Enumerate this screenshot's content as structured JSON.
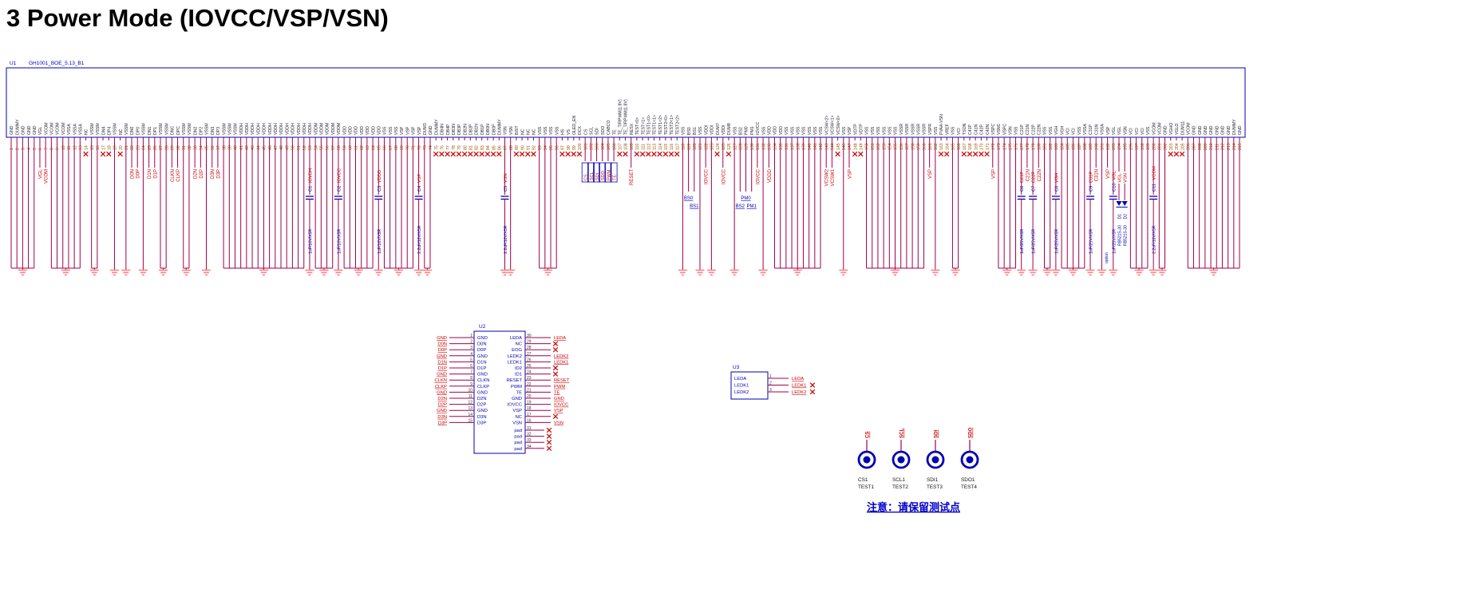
{
  "title": "3 Power Mode (IOVCC/VSP/VSN)",
  "note": "注意：请保留测试点",
  "colors": {
    "body": "#0000b4",
    "wire": "#a0004b",
    "net": "#cc0000",
    "pin_number": "#995500",
    "pin_name": "#222233",
    "ground": "#ff8080",
    "note": "#0000cc",
    "black": "#111111"
  },
  "extras": {
    "option_label": "option"
  },
  "u1": {
    "ref": "U1",
    "part": "GH1001_BOE_5.13_B1",
    "pins": [
      [
        "GND",
        "g"
      ],
      [
        "DUMMY",
        "g"
      ],
      [
        "GND",
        "g"
      ],
      [
        "GND",
        "g"
      ],
      [
        "GND",
        "g"
      ],
      [
        "VGL",
        "n",
        "VGL"
      ],
      [
        "VCOM",
        "n",
        "VCOM"
      ],
      [
        "VCOM",
        "g"
      ],
      [
        "VCOM",
        "g"
      ],
      [
        "VCOM",
        "g"
      ],
      [
        "VSSA",
        "g"
      ],
      [
        "VSSA",
        "g"
      ],
      [
        "VSSA",
        "g"
      ],
      [
        "NC",
        "x"
      ],
      [
        "VSSM",
        "g"
      ],
      [
        "VSSM",
        "g"
      ],
      [
        "DN4",
        "x"
      ],
      [
        "DP4",
        "x"
      ],
      [
        "VSSM",
        "g"
      ],
      [
        "NC",
        "x"
      ],
      [
        "VSSM",
        "g"
      ],
      [
        "DN0",
        "n",
        "D0N"
      ],
      [
        "DP0",
        "n",
        "D0P"
      ],
      [
        "VSSM",
        "g"
      ],
      [
        "DN1",
        "n",
        "D1N"
      ],
      [
        "DP1",
        "n",
        "D1P"
      ],
      [
        "VSSM",
        "g"
      ],
      [
        "VSSM",
        "g"
      ],
      [
        "DNC",
        "n",
        "CLKN"
      ],
      [
        "DPC",
        "n",
        "CLKP"
      ],
      [
        "VSSM",
        "g"
      ],
      [
        "VSSM",
        "g"
      ],
      [
        "DN2",
        "n",
        "D2N"
      ],
      [
        "DP2",
        "n",
        "D2P"
      ],
      [
        "VSSM",
        "g"
      ],
      [
        "DN3",
        "n",
        "D3N"
      ],
      [
        "DP3",
        "n",
        "D3P"
      ],
      [
        "VSSM",
        "g"
      ],
      [
        "VSSM",
        "g"
      ],
      [
        "VSSM",
        "g"
      ],
      [
        "VDDH",
        "g"
      ],
      [
        "VDDH",
        "g"
      ],
      [
        "VDDH",
        "g"
      ],
      [
        "VDDH",
        "g"
      ],
      [
        "VDDH",
        "g"
      ],
      [
        "VDDH",
        "g"
      ],
      [
        "VDDH",
        "g"
      ],
      [
        "VDDH",
        "g"
      ],
      [
        "VDDH",
        "g"
      ],
      [
        "VDDH",
        "g"
      ],
      [
        "VDDH",
        "g"
      ],
      [
        "VDDH",
        "g"
      ],
      [
        "VDDH",
        "c",
        "C1|IOVDH|1uF/16V/X5R"
      ],
      [
        "VDDM",
        "g"
      ],
      [
        "VDDM",
        "g"
      ],
      [
        "VDDM",
        "g"
      ],
      [
        "VDDM",
        "g"
      ],
      [
        "VDDM",
        "c",
        "C2|IOVCC|1uF/16V/X5R"
      ],
      [
        "VDD",
        "g"
      ],
      [
        "VDD",
        "g"
      ],
      [
        "VDD",
        "g"
      ],
      [
        "VDD",
        "g"
      ],
      [
        "VDD",
        "g"
      ],
      [
        "VDD",
        "g"
      ],
      [
        "VDD",
        "c",
        "C3|VDDD|1uF/16V/X5R"
      ],
      [
        "VSS",
        "g"
      ],
      [
        "VSS",
        "g"
      ],
      [
        "VSS",
        "g"
      ],
      [
        "VSP",
        "g"
      ],
      [
        "VSP",
        "g"
      ],
      [
        "VSP",
        "g"
      ],
      [
        "VSP",
        "c",
        "C4|VSP|2.2uF/10V/X5R"
      ],
      [
        "DUM3",
        "g"
      ],
      [
        "GND",
        "g"
      ],
      [
        "DUMMY",
        "x"
      ],
      [
        "DB4N",
        "x"
      ],
      [
        "DB4P",
        "x"
      ],
      [
        "DB3N",
        "x"
      ],
      [
        "DB3P",
        "x"
      ],
      [
        "DB2N",
        "x"
      ],
      [
        "DB2P",
        "x"
      ],
      [
        "DB1N",
        "x"
      ],
      [
        "DB1P",
        "x"
      ],
      [
        "DB0N",
        "x"
      ],
      [
        "DB0P",
        "x"
      ],
      [
        "DUMMY",
        "x"
      ],
      [
        "VSN",
        "c",
        "C5|VSN|2.2uF/10V/X5R"
      ],
      [
        "VSN",
        "g"
      ],
      [
        "BIST",
        "x"
      ],
      [
        "NC",
        "x"
      ],
      [
        "NC",
        "x"
      ],
      [
        "NC",
        "x"
      ],
      [
        "VSS",
        "g"
      ],
      [
        "VSS",
        "g"
      ],
      [
        "VSS",
        "g"
      ],
      [
        "VSS",
        "g"
      ],
      [
        "HS",
        "x"
      ],
      [
        "VS",
        "x"
      ],
      [
        "OLED_EN",
        "x"
      ],
      [
        "DCX",
        "x"
      ],
      [
        "CS",
        "b",
        "CS"
      ],
      [
        "SCL",
        "b",
        "SCL"
      ],
      [
        "SDI",
        "b",
        "SDI"
      ],
      [
        "SDO",
        "b",
        "SDO"
      ],
      [
        "CABCO",
        "b",
        "PWM"
      ],
      [
        "TE",
        "b",
        "TE"
      ],
      [
        "TE_T/RPWM(1.8V)",
        "x"
      ],
      [
        "TE_T/RPWM(1.8V)",
        "x"
      ],
      [
        "RESX",
        "n",
        "RESET"
      ],
      [
        "TEST<0>",
        "x"
      ],
      [
        "TEST<1>",
        "x"
      ],
      [
        "TEST1<0>",
        "x"
      ],
      [
        "TEST1<1>",
        "x"
      ],
      [
        "TEST1<2>",
        "x"
      ],
      [
        "TEST2<0>",
        "x"
      ],
      [
        "TEST2<1>",
        "x"
      ],
      [
        "TEST2<2>",
        "x"
      ],
      [
        "VSS",
        "g"
      ],
      [
        "BS0",
        "u",
        "BS0"
      ],
      [
        "BS1",
        "u",
        "BS1"
      ],
      [
        "VSS",
        "g"
      ],
      [
        "VDDI",
        "n",
        "IOVCC"
      ],
      [
        "VDDI",
        "g"
      ],
      [
        "DUM7",
        "x"
      ],
      [
        "VDDI",
        "n",
        "IOVCC"
      ],
      [
        "DUM8",
        "x"
      ],
      [
        "VSS",
        "g"
      ],
      [
        "BS2",
        "u",
        "BS2"
      ],
      [
        "PM0",
        "u",
        "PM0"
      ],
      [
        "PM1",
        "u",
        "PM1"
      ],
      [
        "IOVCC",
        "n",
        "IOVCC"
      ],
      [
        "VSS",
        "g"
      ],
      [
        "VDD",
        "n",
        "VDDD"
      ],
      [
        "VDD",
        "g"
      ],
      [
        "VDD",
        "g"
      ],
      [
        "VSS",
        "g"
      ],
      [
        "VSS",
        "g"
      ],
      [
        "VSS",
        "g"
      ],
      [
        "VSS",
        "g"
      ],
      [
        "VSS",
        "g"
      ],
      [
        "VSS",
        "g"
      ],
      [
        "VSS",
        "g"
      ],
      [
        "VCSW<2>",
        "n",
        "VCSW2"
      ],
      [
        "VCSW<1>",
        "n",
        "VCSW1"
      ],
      [
        "VCSW<0>",
        "x"
      ],
      [
        "VSS",
        "g"
      ],
      [
        "VSP",
        "n",
        "VSP"
      ],
      [
        "VDTP",
        "x"
      ],
      [
        "VDTP",
        "x"
      ],
      [
        "VSS",
        "g"
      ],
      [
        "VSS",
        "g"
      ],
      [
        "VSS",
        "g"
      ],
      [
        "VSS",
        "g"
      ],
      [
        "VSS",
        "g"
      ],
      [
        "VSS",
        "g"
      ],
      [
        "VSSR",
        "g"
      ],
      [
        "VSSR",
        "g"
      ],
      [
        "VSSR",
        "g"
      ],
      [
        "VSSR",
        "g"
      ],
      [
        "VSSR",
        "g"
      ],
      [
        "VSPR",
        "n",
        "VSP"
      ],
      [
        "VSS",
        "g"
      ],
      [
        "PVAA-VSN",
        "x"
      ],
      [
        "VREF",
        "x"
      ],
      [
        "VSS",
        "g"
      ],
      [
        "VCI",
        "g"
      ],
      [
        "TSON",
        "x"
      ],
      [
        "C41P",
        "x"
      ],
      [
        "C41N",
        "x"
      ],
      [
        "C42P",
        "x"
      ],
      [
        "C42N",
        "x"
      ],
      [
        "VSPC",
        "n",
        "VSP"
      ],
      [
        "VSNC",
        "g"
      ],
      [
        "VSPC",
        "g"
      ],
      [
        "VSN",
        "g"
      ],
      [
        "VSS",
        "g"
      ],
      [
        "C21P",
        "c",
        "C6|C21P|1uF/25V/X5R"
      ],
      [
        "C21N",
        "n",
        "C21N"
      ],
      [
        "C22P",
        "c",
        "C7|C22P|1uF/25V/X5R"
      ],
      [
        "C22N",
        "n",
        "C22N"
      ],
      [
        "VSS",
        "g"
      ],
      [
        "VSS",
        "g"
      ],
      [
        "VGH",
        "c",
        "C8|VGH|1uF/25V/X5R"
      ],
      [
        "VGH",
        "g"
      ],
      [
        "VCI",
        "g"
      ],
      [
        "VCI",
        "g"
      ],
      [
        "VSS",
        "g"
      ],
      [
        "VSSA",
        "g"
      ],
      [
        "C31P",
        "c",
        "C9|C31P|1uF/25V/X5R"
      ],
      [
        "C31N",
        "n",
        "C31N"
      ],
      [
        "VSSA",
        "g"
      ],
      [
        "VSP",
        "n",
        "VSP"
      ],
      [
        "VGL",
        "c",
        "C10|VGL|1uF/25V/X5R"
      ],
      [
        "VGL",
        "d",
        "D1|RB521S-30"
      ],
      [
        "VSN",
        "d",
        "D2|RB521S-30"
      ],
      [
        "VCI",
        "g"
      ],
      [
        "VCI",
        "g"
      ],
      [
        "VCI",
        "g"
      ],
      [
        "VSS",
        "g"
      ],
      [
        "VCOM",
        "c",
        "C11|VCOM|2.2uF/10V/X5R"
      ],
      [
        "VCOM",
        "g"
      ],
      [
        "GND",
        "g"
      ],
      [
        "VGHO",
        "x"
      ],
      [
        "VGLO",
        "x"
      ],
      [
        "DUM11",
        "x"
      ],
      [
        "VCOM",
        "g"
      ],
      [
        "GND",
        "g"
      ],
      [
        "GND",
        "g"
      ],
      [
        "GND",
        "g"
      ],
      [
        "GND",
        "g"
      ],
      [
        "GND",
        "g"
      ],
      [
        "GND",
        "g"
      ],
      [
        "GND",
        "g"
      ],
      [
        "DUMMY",
        "g"
      ],
      [
        "GND",
        "g"
      ]
    ]
  },
  "u2": {
    "ref": "U2",
    "left": [
      [
        "1",
        "GND",
        "GND"
      ],
      [
        "2",
        "D0N",
        "D0N"
      ],
      [
        "3",
        "D0P",
        "D0P"
      ],
      [
        "4",
        "GND",
        "GND"
      ],
      [
        "5",
        "D1N",
        "D1N"
      ],
      [
        "6",
        "D1P",
        "D1P"
      ],
      [
        "7",
        "GND",
        "GND"
      ],
      [
        "8",
        "CLKN",
        "CLKN"
      ],
      [
        "9",
        "CLKP",
        "CLKP"
      ],
      [
        "10",
        "GND",
        "GND"
      ],
      [
        "11",
        "D2N",
        "D2N"
      ],
      [
        "12",
        "D2P",
        "D2P"
      ],
      [
        "13",
        "GND",
        "GND"
      ],
      [
        "14",
        "D3N",
        "D3N"
      ],
      [
        "15",
        "D3P",
        "D3P"
      ]
    ],
    "right": [
      [
        "30",
        "LEDA",
        "LEDA"
      ],
      [
        "29",
        "NC",
        "x"
      ],
      [
        "28",
        "EOG",
        "x"
      ],
      [
        "27",
        "LEDK2",
        "LEDK2"
      ],
      [
        "26",
        "LEDK1",
        "LEDK1"
      ],
      [
        "25",
        "ID2",
        "x"
      ],
      [
        "24",
        "ID1",
        "x"
      ],
      [
        "23",
        "RESET",
        "RESET"
      ],
      [
        "22",
        "PWM",
        "PWM"
      ],
      [
        "21",
        "TE",
        "TE"
      ],
      [
        "20",
        "GND",
        "GND"
      ],
      [
        "19",
        "IOVCC",
        "IOVCC"
      ],
      [
        "18",
        "VSP",
        "VSP"
      ],
      [
        "17",
        "NC",
        "x"
      ],
      [
        "16",
        "VSN",
        "VSN"
      ]
    ],
    "pads": [
      [
        "31",
        "pad"
      ],
      [
        "32",
        "pad"
      ],
      [
        "33",
        "pad"
      ],
      [
        "34",
        "pad"
      ]
    ]
  },
  "u3": {
    "ref": "U3",
    "pins": [
      [
        "1",
        "LEDA",
        "LEDA",
        false
      ],
      [
        "2",
        "LEDK1",
        "LEDK1",
        true
      ],
      [
        "3",
        "LEDK2",
        "LEDK2",
        true
      ]
    ]
  },
  "testpoints": [
    {
      "net": "CS",
      "name": "CS1",
      "test": "TEST1"
    },
    {
      "net": "SCL",
      "name": "SCL1",
      "test": "TEST2"
    },
    {
      "net": "SDI",
      "name": "SDI1",
      "test": "TEST3"
    },
    {
      "net": "SDO",
      "name": "SDO1",
      "test": "TEST4"
    }
  ]
}
